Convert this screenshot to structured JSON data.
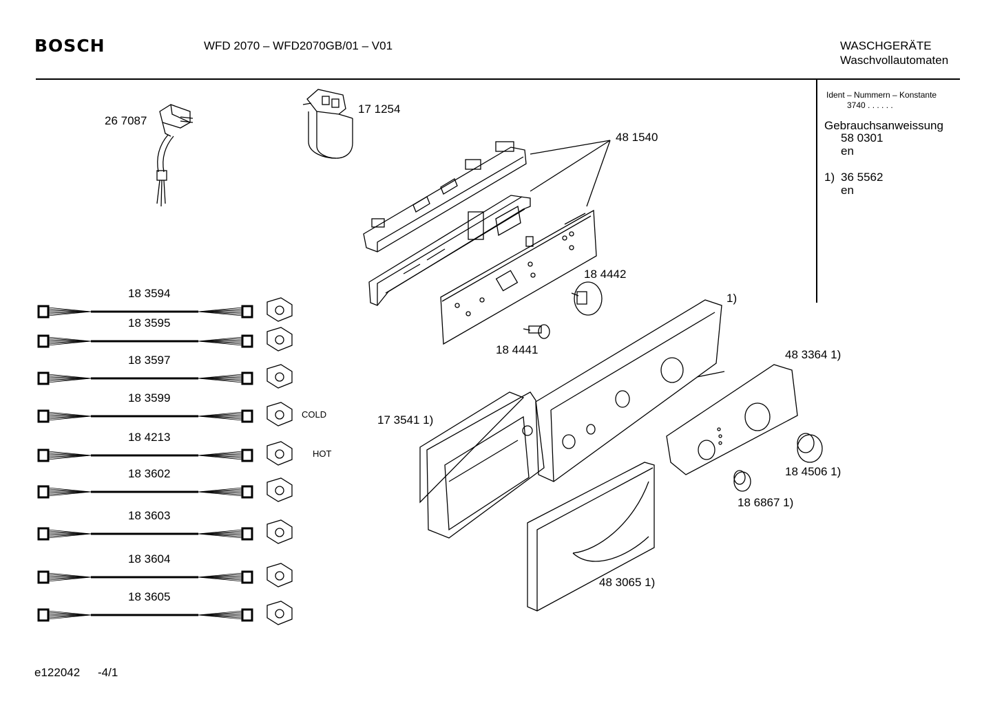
{
  "header": {
    "brand": "BOSCH",
    "model_line": "WFD 2070 – WFD2070GB/01 – V01",
    "category": "WASCHGERÄTE",
    "subcategory": "Waschvollautomaten"
  },
  "info_box": {
    "ident_heading": "Ident – Nummern – Konstante",
    "ident_value": "3740 . . . . . .",
    "manual_heading": "Gebrauchsanweissung",
    "manual_number": "58 0301",
    "manual_lang": "en",
    "note_marker": "1)",
    "note_number": "36 5562",
    "note_lang": "en"
  },
  "parts": {
    "p267087": "26 7087",
    "p171254": "17 1254",
    "p481540": "48 1540",
    "p184442": "18 4442",
    "p184441": "18 4441",
    "note1": "1)",
    "p483364": "48 3364 1)",
    "p173541": "17 3541 1)",
    "p184506": "18 4506 1)",
    "p186867": "18 6867 1)",
    "p483065": "48 3065 1)"
  },
  "harnesses": [
    {
      "number": "18 3594",
      "tag": ""
    },
    {
      "number": "18 3595",
      "tag": ""
    },
    {
      "number": "18 3597",
      "tag": ""
    },
    {
      "number": "18 3599",
      "tag": "COLD"
    },
    {
      "number": "18 4213",
      "tag": "HOT"
    },
    {
      "number": "18 3602",
      "tag": ""
    },
    {
      "number": "18 3603",
      "tag": ""
    },
    {
      "number": "18 3604",
      "tag": ""
    },
    {
      "number": "18 3605",
      "tag": ""
    }
  ],
  "footer": {
    "drawing_id": "e122042",
    "page": "-4/1"
  }
}
